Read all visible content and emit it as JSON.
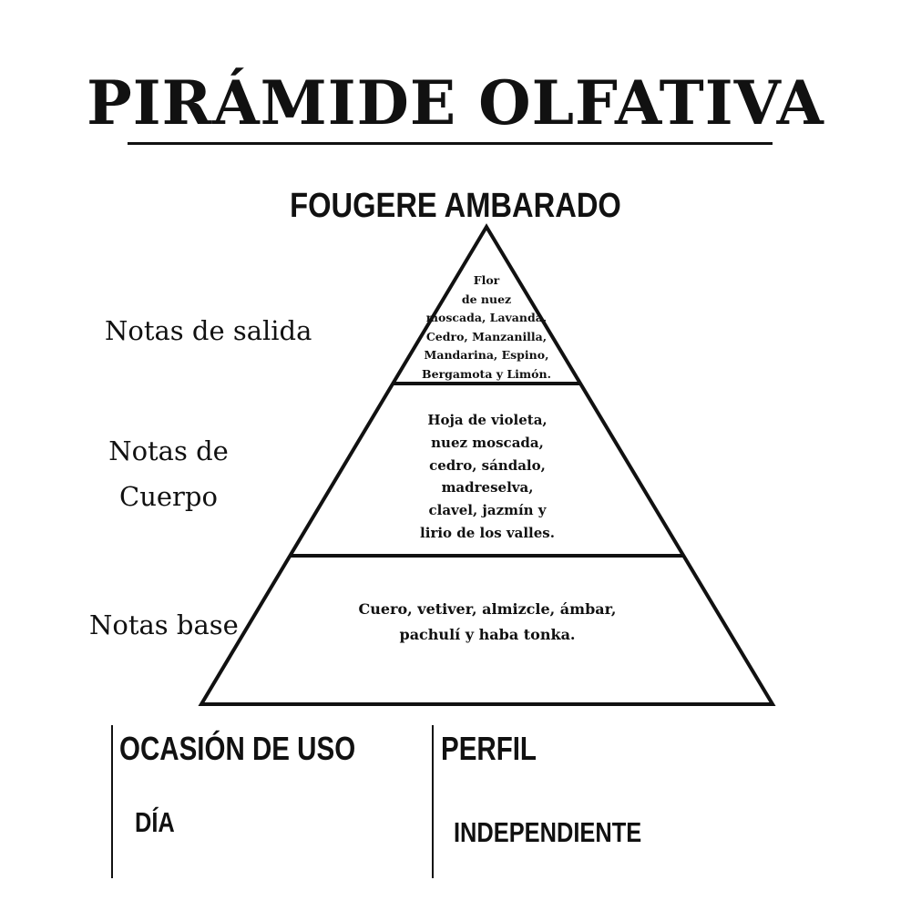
{
  "title": "PIRÁMIDE OLFATIVA",
  "fragrance_name": "FOUGERE AMBARADO",
  "pyramid": {
    "top": {
      "label": "Notas de salida",
      "notes_lines": [
        "Flor",
        "de nuez",
        "moscada, Lavanda,",
        "Cedro, Manzanilla,",
        "Mandarina, Espino,",
        "Bergamota y Limón."
      ]
    },
    "middle": {
      "label_lines": [
        "Notas de",
        "Cuerpo"
      ],
      "notes_lines": [
        "Hoja de violeta,",
        "nuez moscada,",
        "cedro, sándalo,",
        "madreselva,",
        "clavel, jazmín y",
        "lirio de los valles."
      ]
    },
    "base": {
      "label": "Notas base",
      "notes_lines": [
        "Cuero, vetiver, almizcle, ámbar,",
        "pachulí y haba tonka."
      ]
    }
  },
  "occasion": {
    "heading": "OCASIÓN DE USO",
    "value": "DÍA"
  },
  "profile": {
    "heading": "PERFIL",
    "value": "INDEPENDIENTE"
  },
  "colors": {
    "ink": "#111111",
    "background": "#ffffff"
  }
}
